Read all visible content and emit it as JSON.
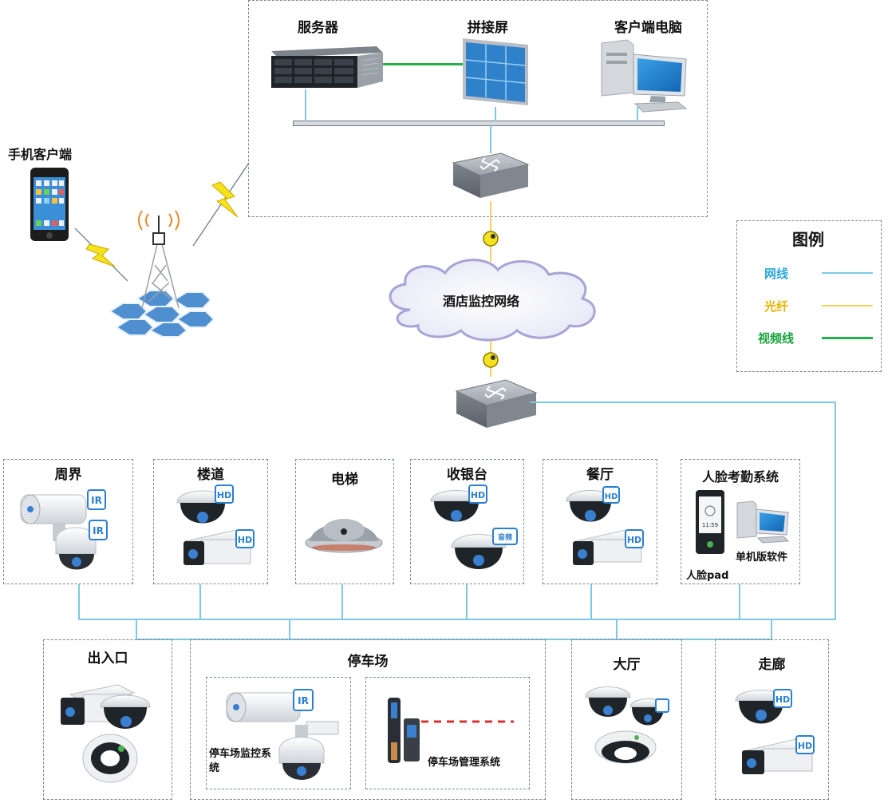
{
  "server_room": {
    "server": "服务器",
    "splice_screen": "拼接屏",
    "client_pc": "客户端电脑"
  },
  "mobile": {
    "label": "手机客户端"
  },
  "network": {
    "label": "酒店监控网络"
  },
  "legend": {
    "title": "图例",
    "items": [
      {
        "label": "网线",
        "color": "#7ec8e3",
        "text_color": "#2aa7d8"
      },
      {
        "label": "光纤",
        "color": "#f3d35a",
        "text_color": "#e8b400"
      },
      {
        "label": "视频线",
        "color": "#22b14c",
        "text_color": "#1aa33a"
      }
    ]
  },
  "zones_top": [
    {
      "label": "周界",
      "badges": [
        "IR",
        "IR"
      ]
    },
    {
      "label": "楼道",
      "badges": [
        "HD",
        "HD"
      ]
    },
    {
      "label": "电梯",
      "badges": []
    },
    {
      "label": "收银台",
      "badges": [
        "HD",
        "音频"
      ]
    },
    {
      "label": "餐厅",
      "badges": [
        "HD",
        "HD"
      ]
    },
    {
      "label": "人脸考勤系统",
      "badges": []
    }
  ],
  "face_system": {
    "pad_label": "人脸pad",
    "software_label": "单机版软件"
  },
  "zones_bottom": [
    {
      "label": "出入口"
    },
    {
      "label": "停车场"
    },
    {
      "label": "大厅"
    },
    {
      "label": "走廊"
    }
  ],
  "parking": {
    "monitor_label": "停车场监控系统",
    "manage_label": "停车场管理系统"
  }
}
